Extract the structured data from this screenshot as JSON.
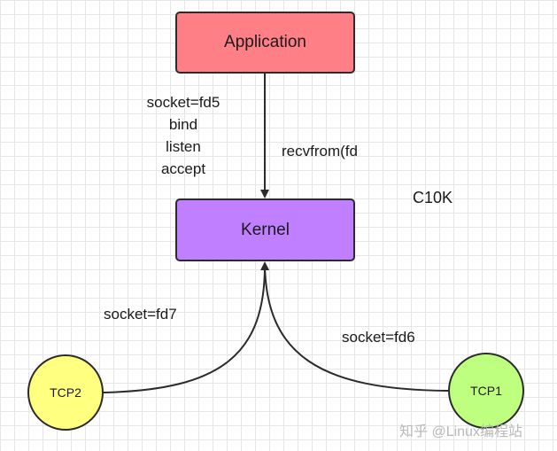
{
  "nodes": {
    "application": "Application",
    "kernel": "Kernel",
    "tcp1": "TCP1",
    "tcp2": "TCP2"
  },
  "labels": {
    "syscalls": [
      "socket=fd5",
      "bind",
      "listen",
      "accept"
    ],
    "recvfrom": "recvfrom(fd",
    "c10k": "C10K",
    "tcp2_socket": "socket=fd7",
    "tcp1_socket": "socket=fd6"
  },
  "watermark": "知乎 @Linux编程站",
  "colors": {
    "application": "#ff7f86",
    "kernel": "#bf7fff",
    "tcp2": "#ffff80",
    "tcp1": "#bfff80"
  }
}
